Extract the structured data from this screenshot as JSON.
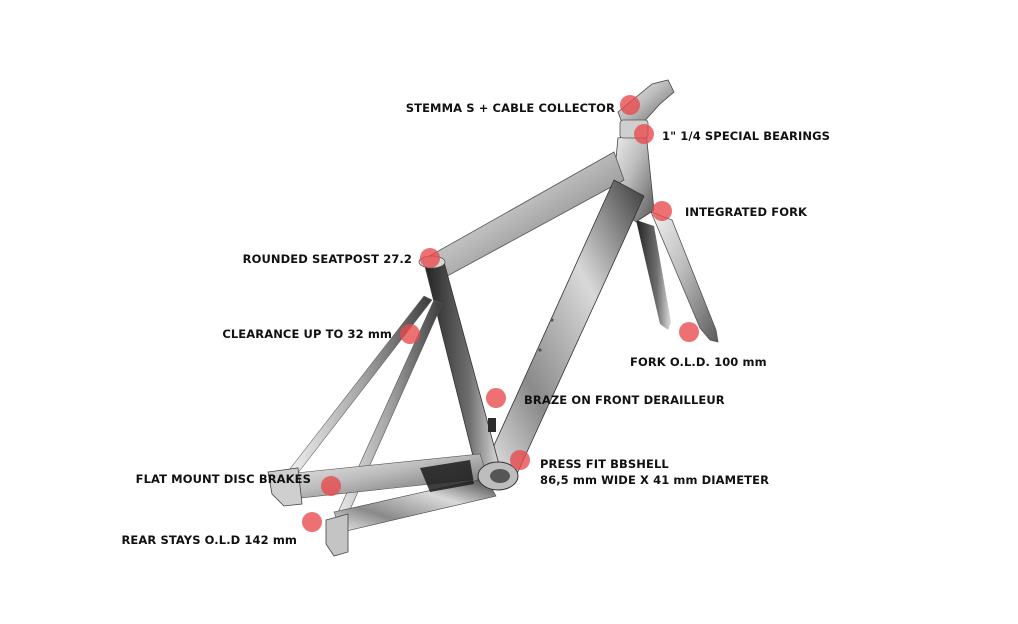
{
  "colors": {
    "hotspot": "#e8484b",
    "frame_light": "#e6e6e6",
    "frame_mid": "#9b9b9b",
    "frame_dark": "#2c2c2c",
    "label_text": "#111111",
    "background": "#ffffff"
  },
  "annotations": [
    {
      "id": "stem",
      "text": "STEMMA S + CABLE COLLECTOR"
    },
    {
      "id": "bearings",
      "text": "1\" 1/4 SPECIAL BEARINGS"
    },
    {
      "id": "fork",
      "text": "INTEGRATED FORK"
    },
    {
      "id": "seatpost",
      "text": "ROUNDED SEATPOST 27.2"
    },
    {
      "id": "clearance",
      "text": "CLEARANCE UP TO 32 mm"
    },
    {
      "id": "fork-old",
      "text": "FORK O.L.D. 100 mm"
    },
    {
      "id": "braze",
      "text": "BRAZE ON FRONT DERAILLEUR"
    },
    {
      "id": "bbshell",
      "text": "PRESS FIT BBSHELL",
      "text2": "86,5 mm WIDE X 41 mm DIAMETER"
    },
    {
      "id": "disc",
      "text": "FLAT MOUNT DISC BRAKES"
    },
    {
      "id": "rear-old",
      "text": "REAR STAYS O.L.D 142 mm"
    }
  ]
}
